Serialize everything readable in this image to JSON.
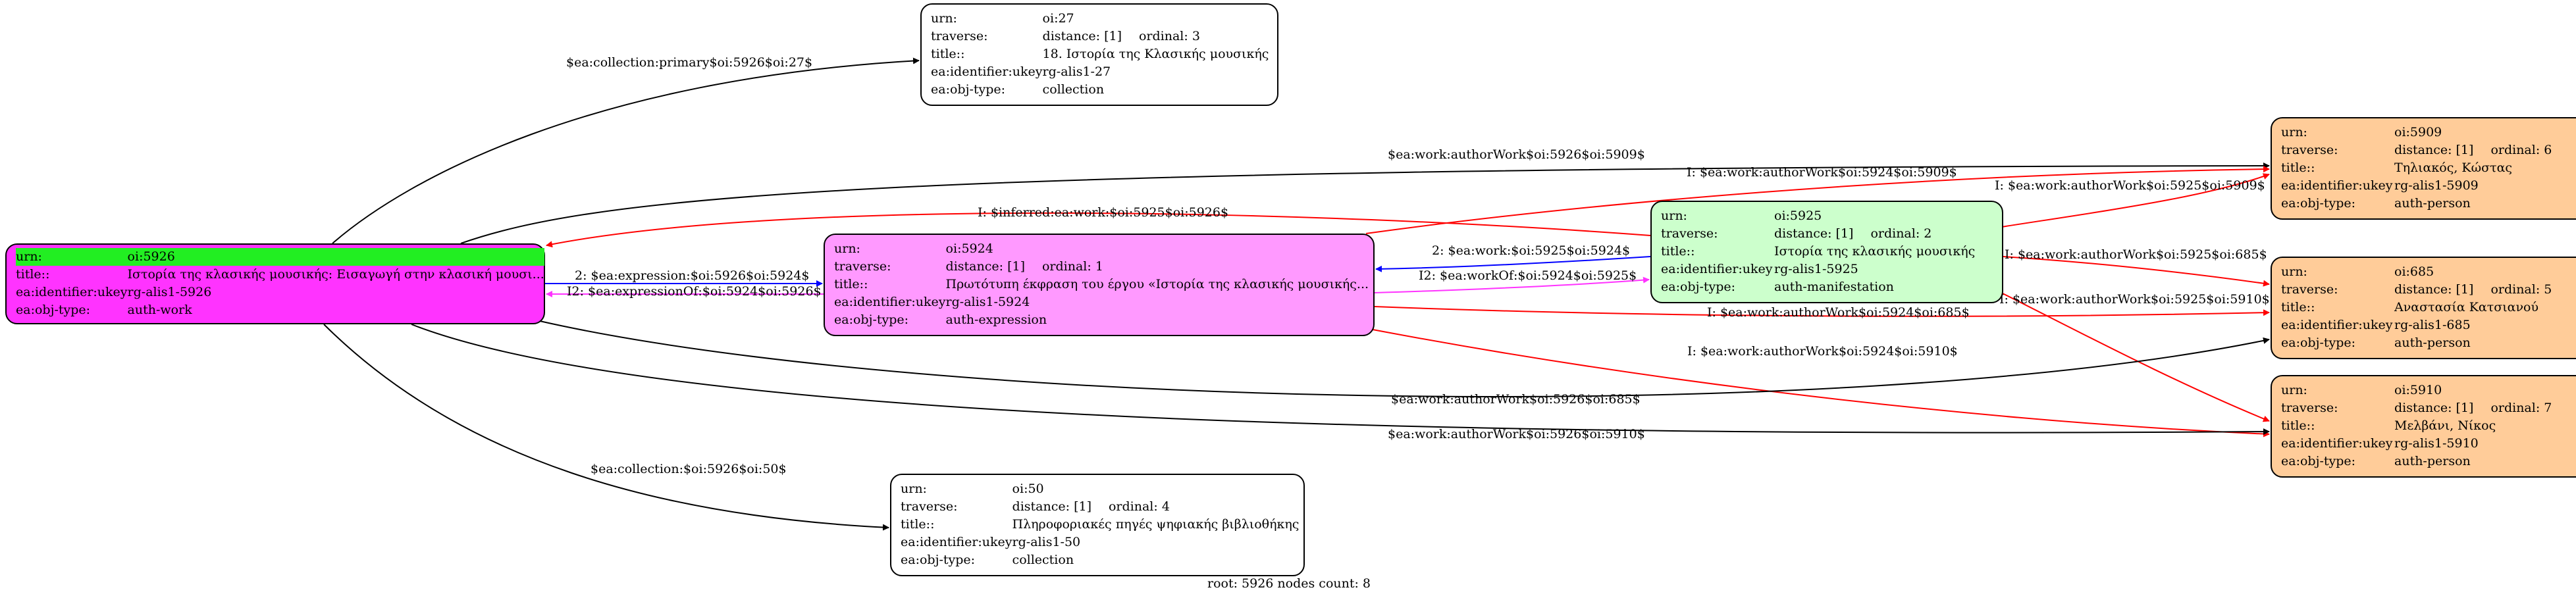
{
  "nodes": {
    "n5926": {
      "rows": [
        {
          "k": "urn:",
          "v": "oi:5926"
        },
        {
          "k": "title::",
          "v": "Ιστορία της κλασικής μουσικής: Εισαγωγή στην κλασική μουσι..."
        },
        {
          "k": "ea:identifier:ukey",
          "v": "rg-alis1-5926"
        },
        {
          "k": "ea:obj-type:",
          "v": "auth-work"
        }
      ]
    },
    "n27": {
      "urn": "oi:27",
      "distance": "distance: [1]",
      "ordinal": "ordinal: 3",
      "title": "18. Ιστορία της Κλασικής μουσικής",
      "ukey": "rg-alis1-27",
      "objtype": "collection"
    },
    "n5924": {
      "urn": "oi:5924",
      "distance": "distance: [1]",
      "ordinal": "ordinal: 1",
      "title": "Πρωτότυπη έκφραση του έργου «Ιστορία της κλασικής μουσικής...",
      "ukey": "rg-alis1-5924",
      "objtype": "auth-expression"
    },
    "n5925": {
      "urn": "oi:5925",
      "distance": "distance: [1]",
      "ordinal": "ordinal: 2",
      "title": "Ιστορία της κλασικής μουσικής",
      "ukey": "rg-alis1-5925",
      "objtype": "auth-manifestation"
    },
    "n5909": {
      "urn": "oi:5909",
      "distance": "distance: [1]",
      "ordinal": "ordinal: 6",
      "title": "Τηλιακός, Κώστας",
      "ukey": "rg-alis1-5909",
      "objtype": "auth-person"
    },
    "n685": {
      "urn": "oi:685",
      "distance": "distance: [1]",
      "ordinal": "ordinal: 5",
      "title": "Αναστασία Κατσιανού",
      "ukey": "rg-alis1-685",
      "objtype": "auth-person"
    },
    "n5910": {
      "urn": "oi:5910",
      "distance": "distance: [1]",
      "ordinal": "ordinal: 7",
      "title": "Μελβάνι, Νίκος",
      "ukey": "rg-alis1-5910",
      "objtype": "auth-person"
    },
    "n50": {
      "urn": "oi:50",
      "distance": "distance: [1]",
      "ordinal": "ordinal: 4",
      "title": "Πληροφοριακές πηγές ψηφιακής βιβλιοθήκης",
      "ukey": "rg-alis1-50",
      "objtype": "collection"
    }
  },
  "labels": {
    "urn": "urn:",
    "traverse": "traverse:",
    "title": "title::",
    "ukey": "ea:identifier:ukey",
    "objtype": "ea:obj-type:"
  },
  "edges": {
    "e1": "$ea:collection:primary$oi:5926$oi:27$",
    "e2": "$ea:work:authorWork$oi:5926$oi:5909$",
    "e3": "I: $ea:work:authorWork$oi:5924$oi:5909$",
    "e4": "I: $ea:work:authorWork$oi:5925$oi:5909$",
    "e5": "I: $inferred:ea:work:$oi:5925$oi:5926$",
    "e6": "2: $ea:expression:$oi:5926$oi:5924$",
    "e7": "I2: $ea:expressionOf:$oi:5924$oi:5926$",
    "e8": "2: $ea:work:$oi:5925$oi:5924$",
    "e9": "I2: $ea:workOf:$oi:5924$oi:5925$",
    "e10": "I: $ea:work:authorWork$oi:5925$oi:685$",
    "e11": "I: $ea:work:authorWork$oi:5924$oi:685$",
    "e12": "I: $ea:work:authorWork$oi:5925$oi:5910$",
    "e13": "I: $ea:work:authorWork$oi:5924$oi:5910$",
    "e14": "$ea:work:authorWork$oi:5926$oi:685$",
    "e15": "$ea:work:authorWork$oi:5926$oi:5910$",
    "e16": "$ea:collection:$oi:5926$oi:50$"
  },
  "colors": {
    "black": "#000000",
    "red": "#ff0000",
    "blue": "#0000ff",
    "magenta": "#ff33ff"
  },
  "footer": "root: 5926 nodes count: 8"
}
